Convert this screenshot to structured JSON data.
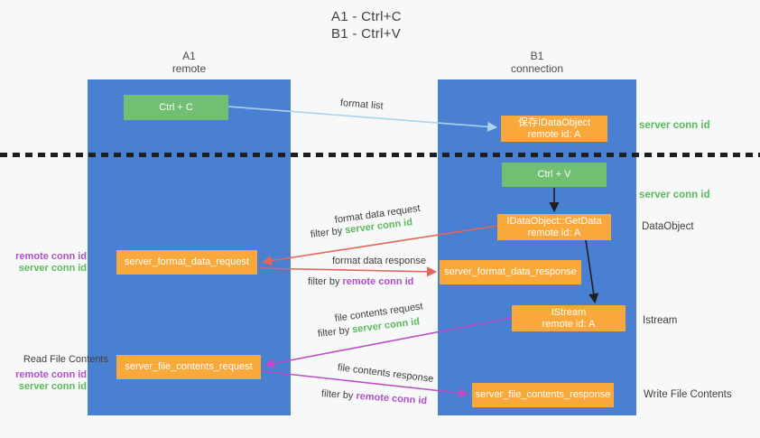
{
  "title": {
    "line1": "A1 - Ctrl+C",
    "line2": "B1 - Ctrl+V"
  },
  "columns": {
    "left": {
      "name": "A1",
      "subtitle": "remote"
    },
    "right": {
      "name": "B1",
      "subtitle": "connection"
    }
  },
  "nodes": {
    "ctrl_c": {
      "label": "Ctrl + C"
    },
    "ctrl_v": {
      "label": "Ctrl + V"
    },
    "save_dataobject": {
      "line1": "保存IDataObject",
      "line2": "remote id: A"
    },
    "getdata": {
      "line1": "IDataObject::GetData",
      "line2": "remote id: A"
    },
    "istream": {
      "line1": "IStream",
      "line2": "remote id: A"
    },
    "format_request": {
      "label": "server_format_data_request"
    },
    "format_response": {
      "label": "server_format_data_response"
    },
    "file_request": {
      "label": "server_file_contents_request"
    },
    "file_response": {
      "label": "server_file_contents_response"
    }
  },
  "arrow_labels": {
    "format_list": "format list",
    "format_data_request": "format data request",
    "format_data_response": "format data response",
    "file_contents_request": "file contents request",
    "file_contents_response": "file contents response",
    "filter_by": "filter by"
  },
  "side_labels": {
    "server_conn_id": "server conn id",
    "remote_conn_id": "remote conn id",
    "dataobject": "DataObject",
    "istream": "Istream",
    "read_file_contents": "Read File Contents",
    "write_file_contents": "Write File Contents"
  },
  "colors": {
    "background": "#f7f8f8",
    "column-blue": "#4a80d2",
    "green-box": "#71bf73",
    "orange-box": "#f9a83c",
    "green-text": "#5cb85c",
    "purple-text": "#b14fc9",
    "arrow-red": "#e8635a",
    "arrow-magenta": "#bb4ec6",
    "arrow-blue": "#a9d4ee",
    "arrow-black": "#1f1f1f",
    "text-dark": "#3e3e3e"
  }
}
